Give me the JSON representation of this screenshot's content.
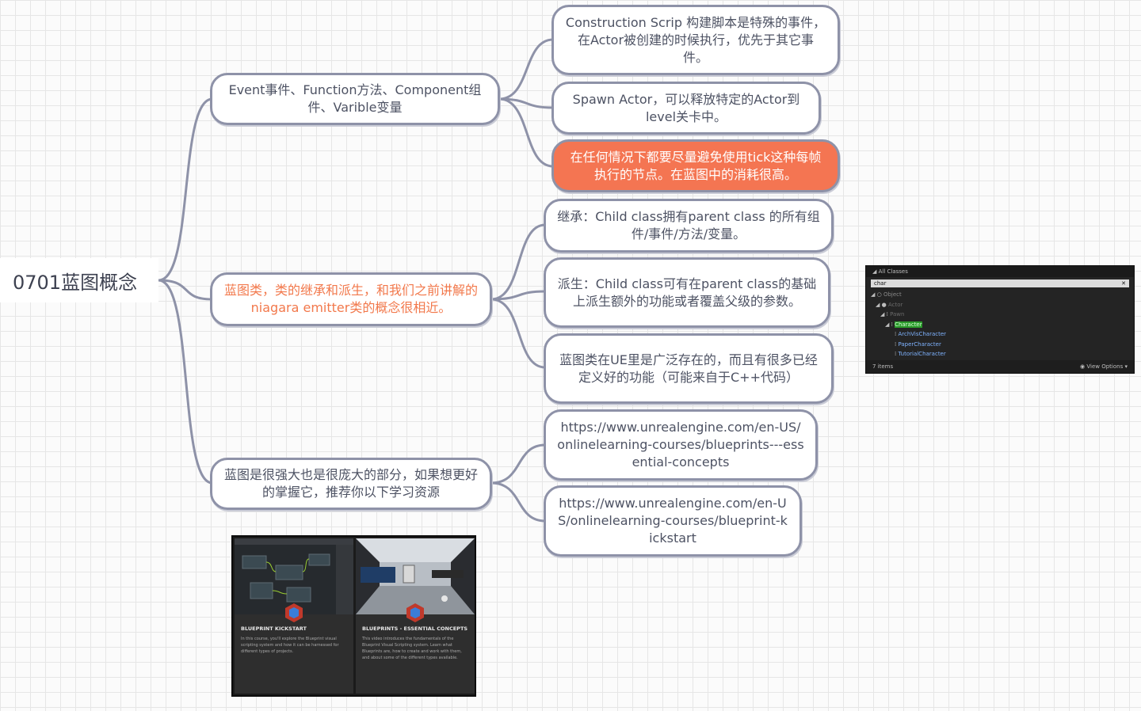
{
  "root": {
    "label": "0701蓝图概念"
  },
  "branches": [
    {
      "label": "Event事件、Function方法、Component组件、Varible变量",
      "children": [
        "Construction Scrip 构建脚本是特殊的事件，在Actor被创建的时候执行，优先于其它事件。",
        "Spawn Actor，可以释放特定的Actor到level关卡中。",
        "在任何情况下都要尽量避免使用tick这种每帧执行的节点。在蓝图中的消耗很高。"
      ]
    },
    {
      "label": "蓝图类，类的继承和派生，和我们之前讲解的niagara emitter类的概念很相近。",
      "children": [
        "继承：Child class拥有parent class 的所有组件/事件/方法/变量。",
        "派生：Child class可有在parent class的基础上派生额外的功能或者覆盖父级的参数。",
        "蓝图类在UE里是广泛存在的，而且有很多已经定义好的功能（可能来自于C++代码）"
      ]
    },
    {
      "label": "蓝图是很强大也是很庞大的部分，如果想更好的掌握它，推荐你以下学习资源",
      "children": [
        "https://www.unrealengine.com/en-US/onlinelearning-courses/blueprints---essential-concepts",
        "https://www.unrealengine.com/en-US/onlinelearning-courses/blueprint-kickstart"
      ]
    }
  ],
  "class_picker": {
    "header": "All Classes",
    "search_value": "char",
    "tree": [
      "Object",
      "Actor",
      "Pawn",
      "Character",
      "ArchVisCharacter",
      "PaperCharacter",
      "TutorialCharacter"
    ],
    "item_count": "7 items",
    "view_options": "View Options"
  },
  "course_cards": [
    {
      "title": "BLUEPRINT KICKSTART",
      "desc": "In this course, you'll explore the Blueprint visual scripting system and how it can be harnessed for different types of projects."
    },
    {
      "title": "BLUEPRINTS - ESSENTIAL CONCEPTS",
      "desc": "This video introduces the fundamentals of the Blueprint Visual Scripting system. Learn what Blueprints are, how to create and work with them, and about some of the different types available."
    }
  ],
  "colors": {
    "edge": "#8e92a8",
    "node_text": "#4d5263",
    "accent_orange": "#f47552",
    "accent_text": "#f2784b"
  }
}
